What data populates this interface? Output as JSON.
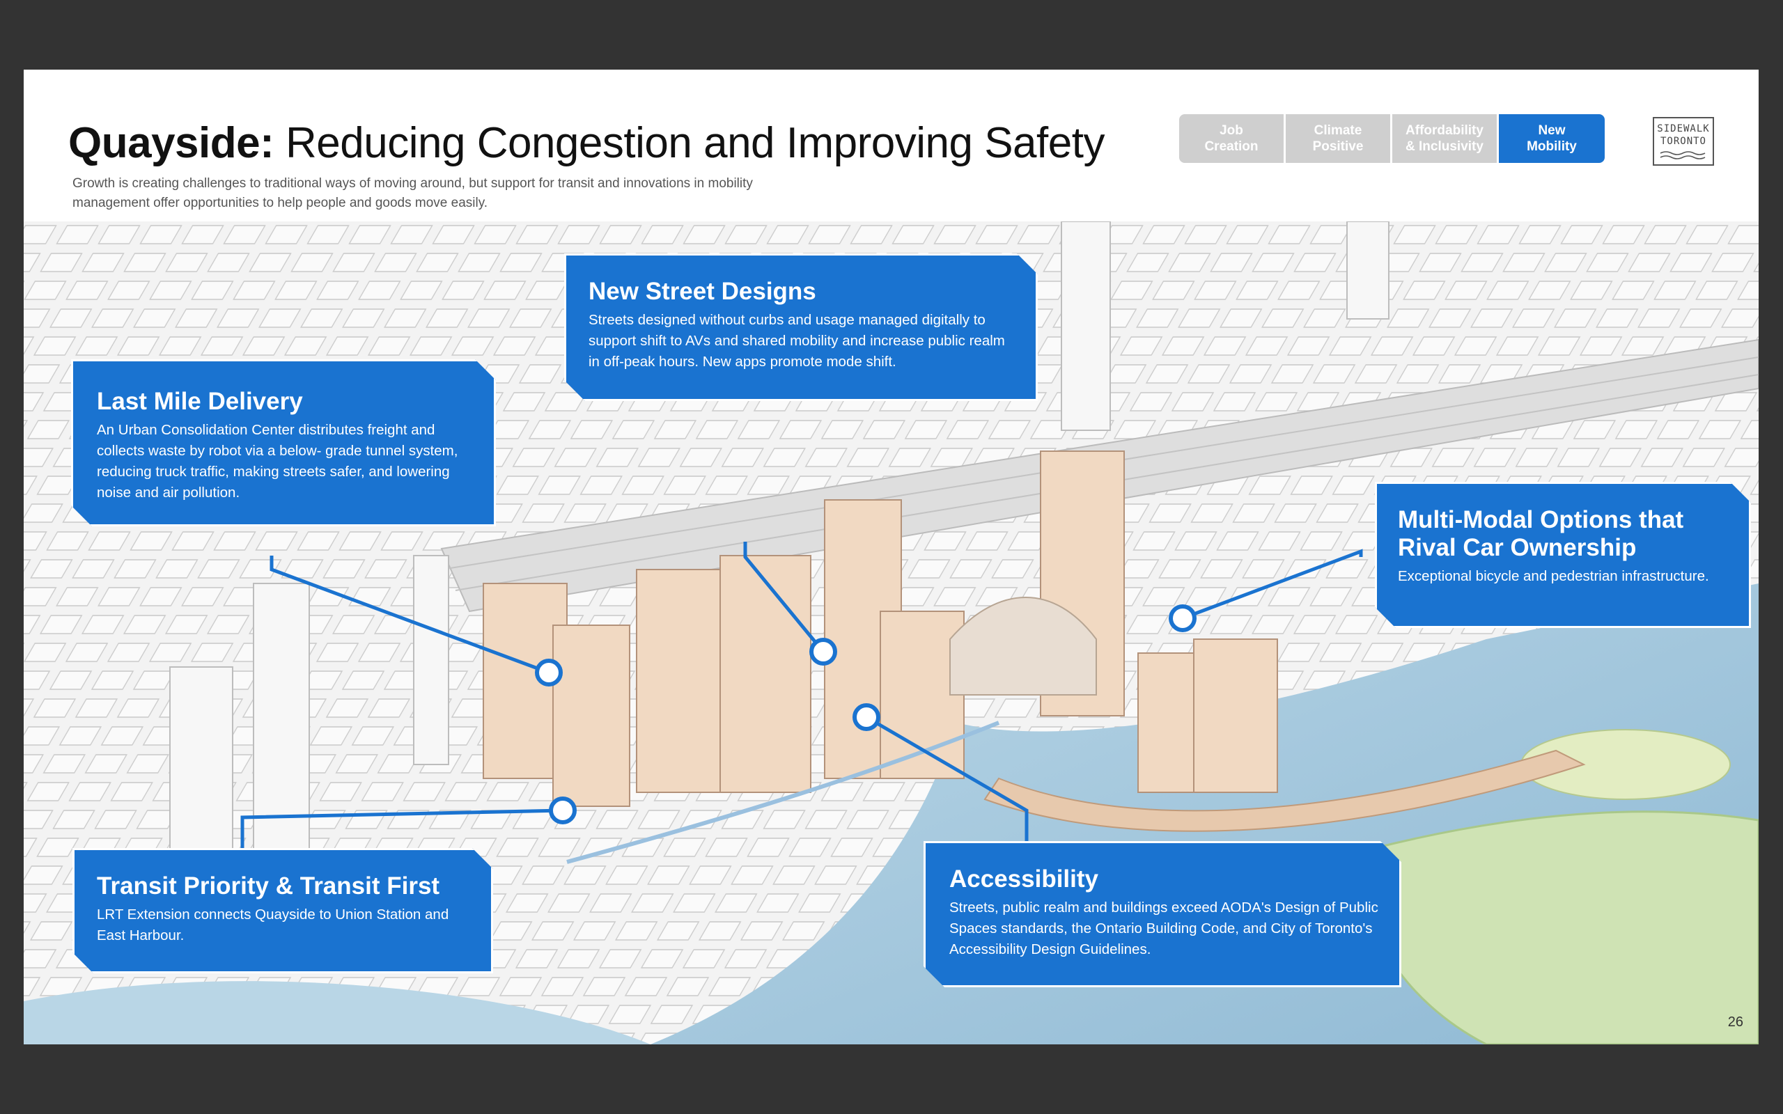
{
  "slide": {
    "title_bold": "Quayside:",
    "title_rest": "Reducing Congestion and Improving Safety",
    "subtitle": "Growth is creating challenges to traditional ways of moving around, but support for transit and innovations in mobility management offer opportunities to help people and goods move easily.",
    "page_number": "26"
  },
  "tabs": [
    {
      "label": "Job\nCreation",
      "active": false
    },
    {
      "label": "Climate\nPositive",
      "active": false
    },
    {
      "label": "Affordability\n& Inclusivity",
      "active": false
    },
    {
      "label": "New\nMobility",
      "active": true
    }
  ],
  "logo": {
    "line1": "SIDEWALK",
    "line2": "TORONTO"
  },
  "callouts": {
    "street": {
      "title": "New Street Designs",
      "text": "Streets designed without curbs and usage managed digitally to support shift to AVs and shared mobility and increase public realm in off-peak hours. New apps promote mode shift."
    },
    "delivery": {
      "title": "Last Mile Delivery",
      "text": "An Urban Consolidation Center distributes freight and collects waste by robot via a below- grade tunnel system, reducing truck traffic, making streets safer, and lowering noise and air pollution."
    },
    "multimodal": {
      "title": "Multi-Modal Options that Rival Car Ownership",
      "text": "Exceptional bicycle and pedestrian infrastructure."
    },
    "transit": {
      "title": "Transit Priority & Transit First",
      "text": "LRT Extension connects Quayside to Union Station and East Harbour."
    },
    "accessibility": {
      "title": "Accessibility",
      "text": "Streets, public realm and buildings exceed AODA's Design of Public Spaces standards, the Ontario Building Code, and City of Toronto's Accessibility Design Guidelines."
    }
  },
  "colors": {
    "accent": "#1a73d0",
    "tab_inactive": "#cfcfcf",
    "water": "#a9cbe0"
  }
}
